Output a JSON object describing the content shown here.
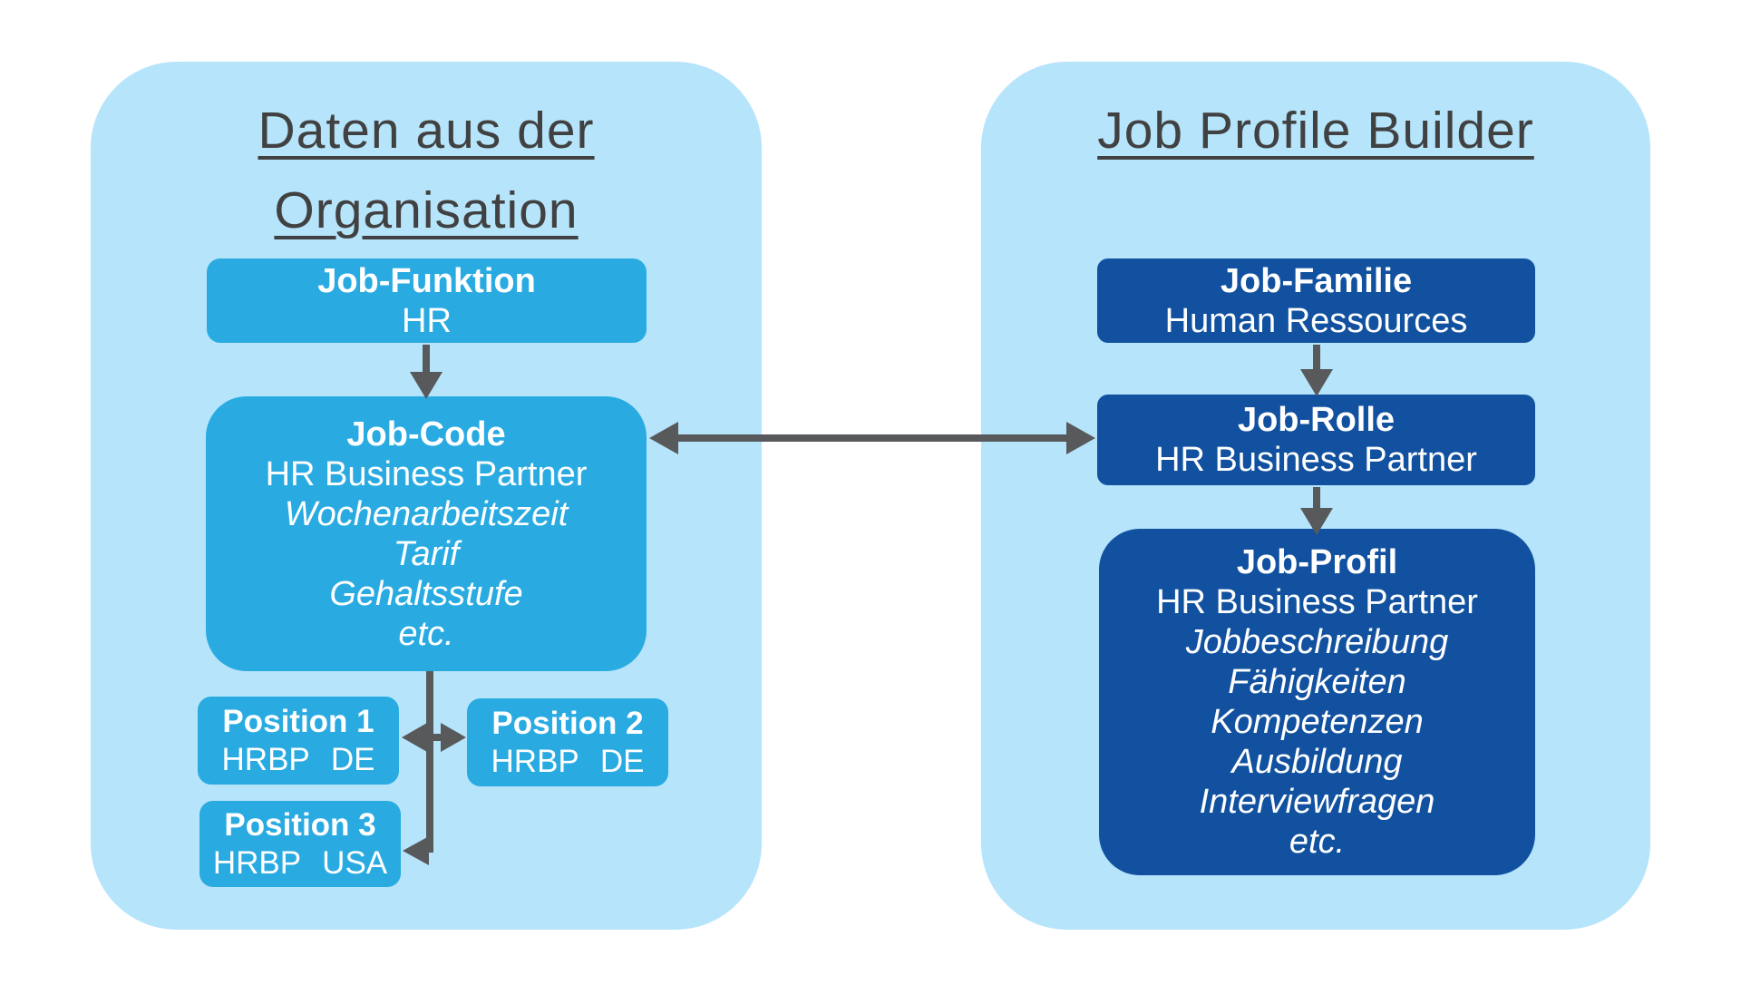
{
  "diagram": {
    "left_panel": {
      "title_line1": "Daten aus der",
      "title_line2": "Organisation",
      "job_funktion": {
        "title": "Job-Funktion",
        "subtitle": "HR"
      },
      "job_code": {
        "title": "Job-Code",
        "subtitle": "HR Business Partner",
        "details": [
          "Wochenarbeitszeit",
          "Tarif",
          "Gehaltsstufe",
          "etc."
        ]
      },
      "positions": [
        {
          "title": "Position 1",
          "subtitle": "HRBP DE"
        },
        {
          "title": "Position 2",
          "subtitle": "HRBP DE"
        },
        {
          "title": "Position 3",
          "subtitle": "HRBP USA"
        }
      ]
    },
    "right_panel": {
      "title": "Job Profile Builder",
      "job_familie": {
        "title": "Job-Familie",
        "subtitle": "Human Ressources"
      },
      "job_rolle": {
        "title": "Job-Rolle",
        "subtitle": "HR Business Partner"
      },
      "job_profil": {
        "title": "Job-Profil",
        "subtitle": "HR Business Partner",
        "details": [
          "Jobbeschreibung",
          "Fähigkeiten",
          "Kompetenzen",
          "Ausbildung",
          "Interviewfragen",
          "etc."
        ]
      }
    },
    "colors": {
      "panel_background": "#b5e4fb",
      "left_box_blue": "#29abe2",
      "right_box_blue": "#11519f",
      "arrow_gray": "#58595b",
      "title_gray": "#414141",
      "page_background": "#ffffff"
    }
  }
}
